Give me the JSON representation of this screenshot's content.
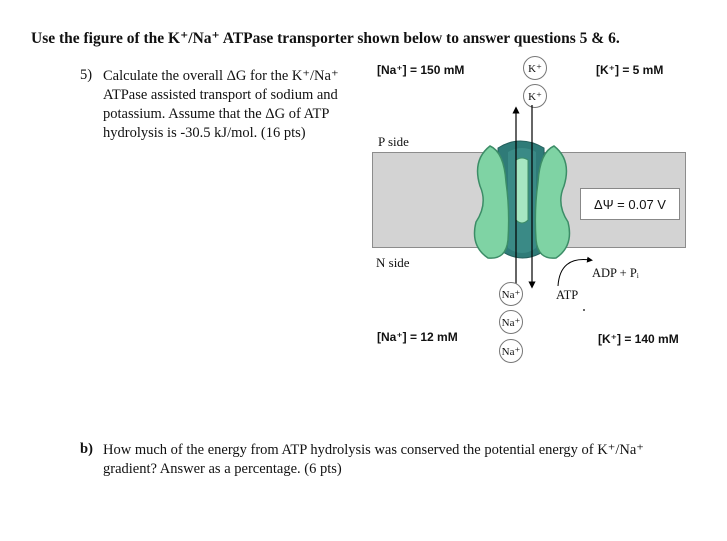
{
  "title": "Use the figure of the K⁺/Na⁺ ATPase transporter shown below to answer questions 5 & 6.",
  "question5": {
    "number": "5)",
    "text": "Calculate the overall ΔG for the K⁺/Na⁺ ATPase assisted transport of sodium and potassium. Assume that the ΔG of ATP hydrolysis is -30.5 kJ/mol. (16 pts)"
  },
  "figure": {
    "p_na": "[Na⁺] = 150 mM",
    "p_k": "[K⁺] = 5 mM",
    "n_na": "[Na⁺] = 12 mM",
    "n_k": "[K⁺] = 140 mM",
    "p_side": "P side",
    "n_side": "N side",
    "k_ion": "K⁺",
    "na_ion": "Na⁺",
    "delta_psi": "ΔΨ = 0.07 V",
    "adp": "ADP + Pᵢ",
    "atp": "ATP",
    "colors": {
      "membrane": "#d3d3d3",
      "protein_light": "#7fd3a4",
      "protein_dark": "#2f7b78"
    }
  },
  "question_b": {
    "label": "b)",
    "text": "How much of the energy from ATP hydrolysis was conserved the potential energy of K⁺/Na⁺ gradient? Answer as a percentage. (6 pts)"
  }
}
